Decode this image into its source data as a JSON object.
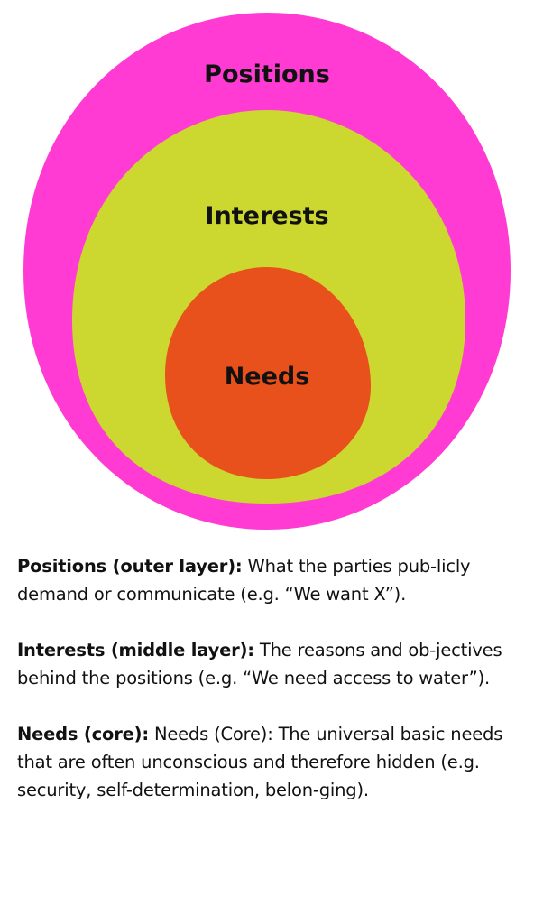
{
  "colors": {
    "positions": "#FF3BD4",
    "interests": "#CCD72F",
    "needs": "#E8501C",
    "text": "#111111"
  },
  "diagram": {
    "positions_label": "Positions",
    "interests_label": "Interests",
    "needs_label": "Needs"
  },
  "legend": [
    {
      "term": "Positions (outer layer):",
      "text": "What the parties pub-licly demand or communicate (e.g. “We want X”)."
    },
    {
      "term": "Interests (middle layer):",
      "text": "The reasons and ob-jectives behind the positions (e.g. “We need access to water”)."
    },
    {
      "term": "Needs (core):",
      "text": "Needs (Core): The universal basic needs that are often unconscious and therefore hidden (e.g. security, self-determination, belon-ging)."
    }
  ]
}
